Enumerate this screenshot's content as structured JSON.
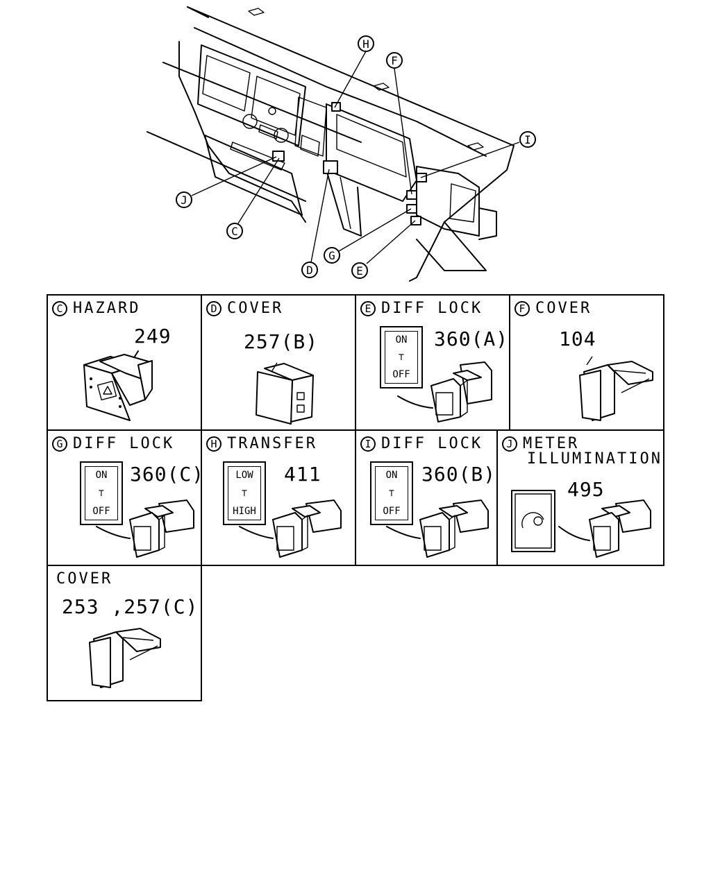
{
  "overview": {
    "callouts": [
      "H",
      "F",
      "I",
      "J",
      "C",
      "D",
      "G",
      "E"
    ]
  },
  "panels": [
    {
      "letter": "C",
      "title": "HAZARD",
      "part": "249"
    },
    {
      "letter": "D",
      "title": "COVER",
      "part": "257(B)"
    },
    {
      "letter": "E",
      "title": "DIFF LOCK",
      "part": "360(A)",
      "plate_top": "ON",
      "plate_bottom": "OFF"
    },
    {
      "letter": "F",
      "title": "COVER",
      "part": "104"
    },
    {
      "letter": "G",
      "title": "DIFF LOCK",
      "part": "360(C)",
      "plate_top": "ON",
      "plate_bottom": "OFF"
    },
    {
      "letter": "H",
      "title": "TRANSFER",
      "part": "411",
      "plate_top": "LOW",
      "plate_bottom": "HIGH"
    },
    {
      "letter": "I",
      "title": "DIFF LOCK",
      "part": "360(B)",
      "plate_top": "ON",
      "plate_bottom": "OFF"
    },
    {
      "letter": "J",
      "title": "METER",
      "title2": "ILLUMINATION",
      "part": "495"
    },
    {
      "letter": "",
      "title": "COVER",
      "part": "253 ,257(C)"
    }
  ]
}
